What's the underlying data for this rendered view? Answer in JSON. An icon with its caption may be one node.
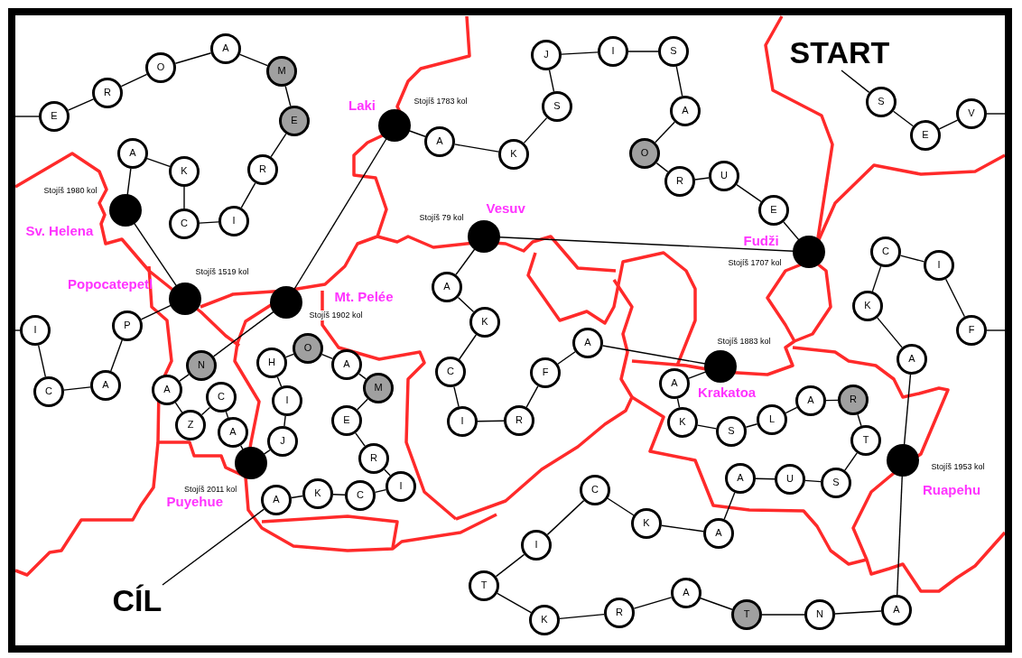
{
  "diagram": {
    "nodes": [
      {
        "text": [
          "START"
        ]
      },
      {
        "text": [
          "S"
        ]
      },
      {
        "text": [
          "E"
        ]
      },
      {
        "text": [
          "V"
        ]
      },
      {
        "text": [
          "E"
        ]
      },
      {
        "text": [
          "R"
        ]
      },
      {
        "text": [
          "O"
        ]
      },
      {
        "text": [
          "A"
        ]
      },
      {
        "text": [
          "M"
        ]
      },
      {
        "text": [
          "E"
        ]
      },
      {
        "text": [
          "R"
        ]
      },
      {
        "text": [
          "I"
        ]
      },
      {
        "text": [
          "C"
        ]
      },
      {
        "text": [
          "K"
        ]
      },
      {
        "text": [
          "A"
        ]
      },
      {
        "text": [],
        "shape": "circle",
        "beside": [
          "Stojíš 1980 kol",
          "Sv. Helena"
        ]
      },
      {
        "text": [],
        "shape": "circle",
        "beside": [
          "Stojíš 1519 kol",
          "Popocatepetl"
        ]
      },
      {
        "text": [
          "P"
        ]
      },
      {
        "text": [
          "A"
        ]
      },
      {
        "text": [
          "C"
        ]
      },
      {
        "text": [
          "I"
        ]
      },
      {
        "text": [
          "F"
        ]
      },
      {
        "text": [
          "I"
        ]
      },
      {
        "text": [
          "C"
        ]
      },
      {
        "text": [
          "K"
        ]
      },
      {
        "text": [
          "A"
        ]
      },
      {
        "text": [],
        "shape": "circle",
        "beside": [
          "Stojíš 1953 kol",
          "Ruapehu"
        ]
      },
      {
        "text": [
          "A"
        ]
      },
      {
        "text": [
          "N"
        ]
      },
      {
        "text": [
          "T"
        ]
      },
      {
        "text": [
          "A"
        ]
      },
      {
        "text": [
          "R"
        ]
      },
      {
        "text": [
          "K"
        ]
      },
      {
        "text": [
          "T"
        ]
      },
      {
        "text": [
          "I"
        ]
      },
      {
        "text": [
          "C"
        ]
      },
      {
        "text": [
          "K"
        ]
      },
      {
        "text": [
          "A"
        ]
      },
      {
        "text": [
          "A"
        ]
      },
      {
        "text": [
          "U"
        ]
      },
      {
        "text": [
          "S"
        ]
      },
      {
        "text": [
          "T"
        ]
      },
      {
        "text": [
          "R"
        ]
      },
      {
        "text": [
          "A"
        ]
      },
      {
        "text": [
          "L"
        ]
      },
      {
        "text": [
          "S"
        ]
      },
      {
        "text": [
          "K"
        ]
      },
      {
        "text": [
          "A"
        ]
      },
      {
        "text": [],
        "shape": "circle",
        "beside": [
          "Stojíš 1883 kol",
          "Krakatoa"
        ]
      },
      {
        "text": [
          "A"
        ]
      },
      {
        "text": [
          "F"
        ]
      },
      {
        "text": [
          "R"
        ]
      },
      {
        "text": [
          "I"
        ]
      },
      {
        "text": [
          "C"
        ]
      },
      {
        "text": [
          "K"
        ]
      },
      {
        "text": [
          "A"
        ]
      },
      {
        "text": [],
        "shape": "circle",
        "beside": [
          "Stojíš 79 kol",
          "Vesuv"
        ]
      },
      {
        "text": [],
        "shape": "circle",
        "beside": [
          "Fudži",
          "Stojíš 1707 kol"
        ]
      },
      {
        "text": [
          "E"
        ]
      },
      {
        "text": [
          "U"
        ]
      },
      {
        "text": [
          "R"
        ]
      },
      {
        "text": [
          "O"
        ]
      },
      {
        "text": [
          "A"
        ]
      },
      {
        "text": [
          "S"
        ]
      },
      {
        "text": [
          "I"
        ]
      },
      {
        "text": [
          "J"
        ]
      },
      {
        "text": [
          "S"
        ]
      },
      {
        "text": [
          "K"
        ]
      },
      {
        "text": [
          "A"
        ]
      },
      {
        "text": [],
        "shape": "circle",
        "beside": [
          "Laki",
          "Stojíš 1783 kol"
        ]
      },
      {
        "text": [],
        "shape": "circle",
        "beside": [
          "Mt. Pelée",
          "Stojíš 1902 kol"
        ]
      },
      {
        "text": [
          "N"
        ]
      },
      {
        "text": [
          "A"
        ]
      },
      {
        "text": [
          "Z"
        ]
      },
      {
        "text": [
          "C"
        ]
      },
      {
        "text": [
          "A"
        ]
      },
      {
        "text": [],
        "shape": "circle",
        "beside": [
          "Stojíš 2011 kol",
          "Puyehue"
        ]
      },
      {
        "text": [
          "J"
        ]
      },
      {
        "text": [
          "I"
        ]
      },
      {
        "text": [
          "H"
        ]
      },
      {
        "text": [
          "O"
        ]
      },
      {
        "text": [
          "A"
        ]
      },
      {
        "text": [
          "M"
        ]
      },
      {
        "text": [
          "E"
        ]
      },
      {
        "text": [
          "R"
        ]
      },
      {
        "text": [
          "I"
        ]
      },
      {
        "text": [
          "C"
        ]
      },
      {
        "text": [
          "K"
        ]
      },
      {
        "text": [
          "A"
        ]
      },
      {
        "text": [
          "CÍL"
        ]
      }
    ],
    "edges": [
      {
        "from": 0,
        "to": 1,
        "arrow": "none"
      },
      {
        "from": 1,
        "to": 2,
        "arrow": "none"
      },
      {
        "from": 2,
        "to": 3,
        "arrow": "none"
      },
      {
        "from": 3,
        "to": null,
        "arrow": "none"
      },
      {
        "from": null,
        "to": 4,
        "arrow": "none"
      },
      {
        "from": 4,
        "to": 5,
        "arrow": "none"
      },
      {
        "from": 5,
        "to": 6,
        "arrow": "none"
      },
      {
        "from": 6,
        "to": 7,
        "arrow": "none"
      },
      {
        "from": 7,
        "to": 8,
        "arrow": "none"
      },
      {
        "from": 8,
        "to": 9,
        "arrow": "none"
      },
      {
        "from": 9,
        "to": 10,
        "arrow": "none"
      },
      {
        "from": 10,
        "to": 11,
        "arrow": "none"
      },
      {
        "from": 11,
        "to": 12,
        "arrow": "none"
      },
      {
        "from": 12,
        "to": 13,
        "arrow": "none"
      },
      {
        "from": 13,
        "to": 14,
        "arrow": "none"
      },
      {
        "from": 14,
        "to": 15,
        "arrow": "none"
      },
      {
        "from": 15,
        "to": 16,
        "arrow": "none"
      },
      {
        "from": 16,
        "to": 17,
        "arrow": "none"
      },
      {
        "from": 17,
        "to": 18,
        "arrow": "none"
      },
      {
        "from": 18,
        "to": 19,
        "arrow": "none"
      },
      {
        "from": 19,
        "to": 20,
        "arrow": "none"
      },
      {
        "from": 20,
        "to": null,
        "arrow": "none"
      },
      {
        "from": null,
        "to": 21,
        "arrow": "none"
      },
      {
        "from": 21,
        "to": 22,
        "arrow": "none"
      },
      {
        "from": 22,
        "to": 23,
        "arrow": "none"
      },
      {
        "from": 23,
        "to": 24,
        "arrow": "none"
      },
      {
        "from": 24,
        "to": 25,
        "arrow": "none"
      },
      {
        "from": 25,
        "to": 26,
        "arrow": "none"
      },
      {
        "from": 26,
        "to": 27,
        "arrow": "none"
      },
      {
        "from": 27,
        "to": 28,
        "arrow": "none"
      },
      {
        "from": 28,
        "to": 29,
        "arrow": "none"
      },
      {
        "from": 29,
        "to": 30,
        "arrow": "none"
      },
      {
        "from": 30,
        "to": 31,
        "arrow": "none"
      },
      {
        "from": 31,
        "to": 32,
        "arrow": "none"
      },
      {
        "from": 32,
        "to": 33,
        "arrow": "none"
      },
      {
        "from": 33,
        "to": 34,
        "arrow": "none"
      },
      {
        "from": 34,
        "to": 35,
        "arrow": "none"
      },
      {
        "from": 35,
        "to": 36,
        "arrow": "none"
      },
      {
        "from": 36,
        "to": 37,
        "arrow": "none"
      },
      {
        "from": 37,
        "to": 38,
        "arrow": "none"
      },
      {
        "from": 38,
        "to": 39,
        "arrow": "none"
      },
      {
        "from": 39,
        "to": 40,
        "arrow": "none"
      },
      {
        "from": 40,
        "to": 41,
        "arrow": "none"
      },
      {
        "from": 41,
        "to": 42,
        "arrow": "none"
      },
      {
        "from": 42,
        "to": 43,
        "arrow": "none"
      },
      {
        "from": 43,
        "to": 44,
        "arrow": "none"
      },
      {
        "from": 44,
        "to": 45,
        "arrow": "none"
      },
      {
        "from": 45,
        "to": 46,
        "arrow": "none"
      },
      {
        "from": 46,
        "to": 47,
        "arrow": "none"
      },
      {
        "from": 47,
        "to": 48,
        "arrow": "none"
      },
      {
        "from": 48,
        "to": 49,
        "arrow": "none"
      },
      {
        "from": 49,
        "to": 50,
        "arrow": "none"
      },
      {
        "from": 50,
        "to": 51,
        "arrow": "none"
      },
      {
        "from": 51,
        "to": 52,
        "arrow": "none"
      },
      {
        "from": 52,
        "to": 53,
        "arrow": "none"
      },
      {
        "from": 53,
        "to": 54,
        "arrow": "none"
      },
      {
        "from": 54,
        "to": 55,
        "arrow": "none"
      },
      {
        "from": 55,
        "to": 56,
        "arrow": "none"
      },
      {
        "from": 56,
        "to": 57,
        "arrow": "none"
      },
      {
        "from": 57,
        "to": 58,
        "arrow": "none"
      },
      {
        "from": 58,
        "to": 59,
        "arrow": "none"
      },
      {
        "from": 59,
        "to": 60,
        "arrow": "none"
      },
      {
        "from": 60,
        "to": 61,
        "arrow": "none"
      },
      {
        "from": 61,
        "to": 62,
        "arrow": "none"
      },
      {
        "from": 62,
        "to": 63,
        "arrow": "none"
      },
      {
        "from": 63,
        "to": 64,
        "arrow": "none"
      },
      {
        "from": 64,
        "to": 65,
        "arrow": "none"
      },
      {
        "from": 65,
        "to": 66,
        "arrow": "none"
      },
      {
        "from": 66,
        "to": 67,
        "arrow": "none"
      },
      {
        "from": 67,
        "to": 68,
        "arrow": "none"
      },
      {
        "from": 68,
        "to": 69,
        "arrow": "none"
      },
      {
        "from": 69,
        "to": 70,
        "arrow": "none"
      },
      {
        "from": 70,
        "to": 71,
        "arrow": "none"
      },
      {
        "from": 71,
        "to": 72,
        "arrow": "none"
      },
      {
        "from": 72,
        "to": 73,
        "arrow": "none"
      },
      {
        "from": 73,
        "to": 74,
        "arrow": "none"
      },
      {
        "from": 74,
        "to": 75,
        "arrow": "none"
      },
      {
        "from": 75,
        "to": 76,
        "arrow": "none"
      },
      {
        "from": 76,
        "to": 77,
        "arrow": "none"
      },
      {
        "from": 77,
        "to": 78,
        "arrow": "none"
      },
      {
        "from": 78,
        "to": 79,
        "arrow": "none"
      },
      {
        "from": 79,
        "to": 80,
        "arrow": "none"
      },
      {
        "from": 80,
        "to": 81,
        "arrow": "none"
      },
      {
        "from": 81,
        "to": 82,
        "arrow": "none"
      },
      {
        "from": 82,
        "to": 83,
        "arrow": "none"
      },
      {
        "from": 83,
        "to": 84,
        "arrow": "none"
      },
      {
        "from": 84,
        "to": 85,
        "arrow": "none"
      },
      {
        "from": 85,
        "to": 86,
        "arrow": "none"
      },
      {
        "from": 86,
        "to": 87,
        "arrow": "none"
      },
      {
        "from": 87,
        "to": 88,
        "arrow": "none"
      },
      {
        "from": 88,
        "to": 89,
        "arrow": "none"
      }
    ]
  }
}
